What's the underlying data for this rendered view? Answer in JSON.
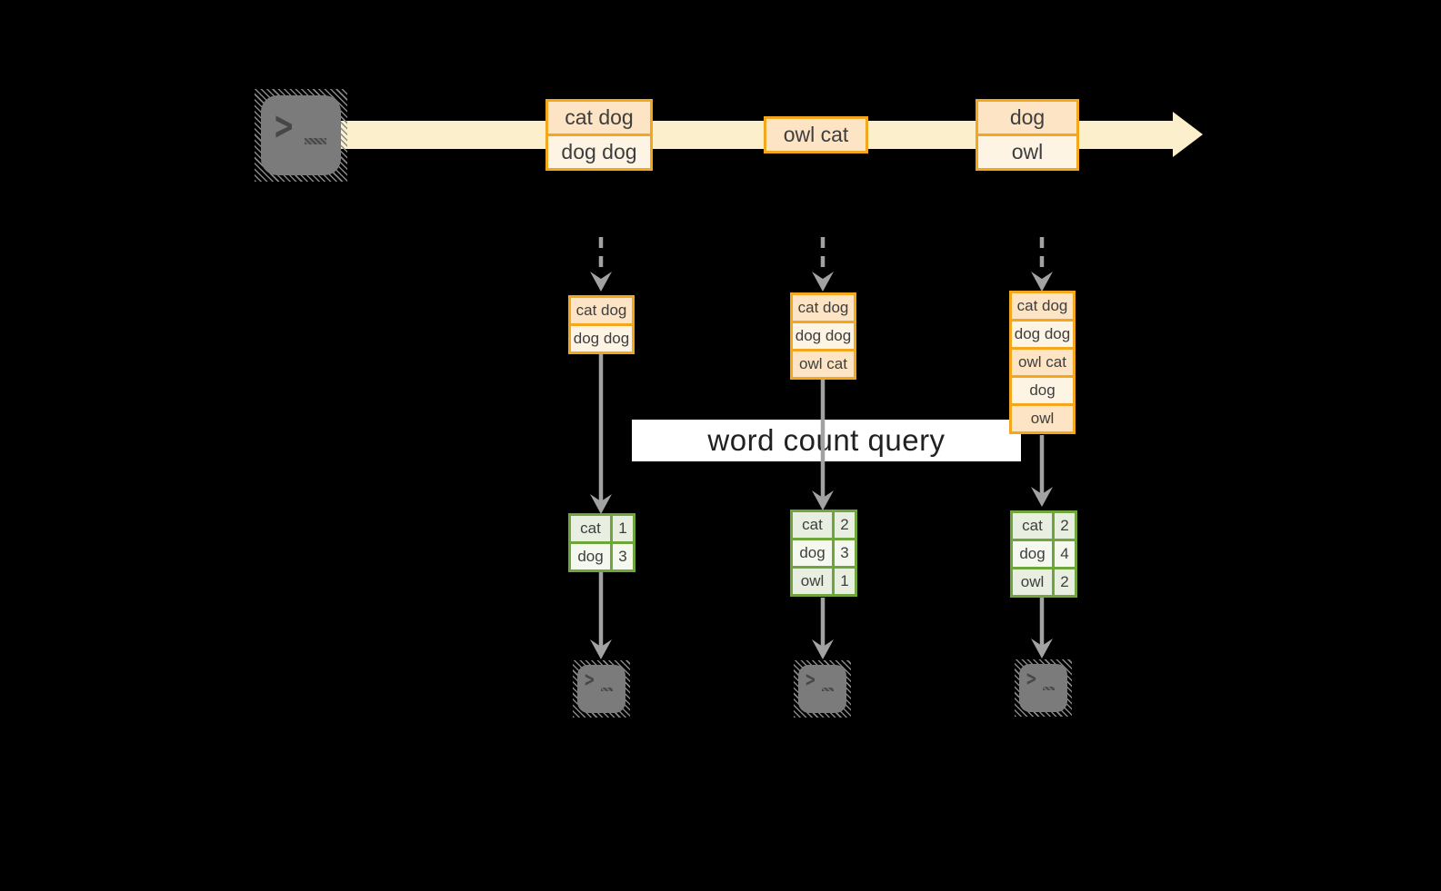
{
  "query_label": "word count query",
  "stream": {
    "batches": [
      {
        "rows": [
          "cat dog",
          "dog dog"
        ]
      },
      {
        "rows": [
          "owl cat"
        ]
      },
      {
        "rows": [
          "dog",
          "owl"
        ]
      }
    ]
  },
  "columns": [
    {
      "stack": [
        "cat dog",
        "dog dog"
      ],
      "counts": [
        {
          "word": "cat",
          "count": "1"
        },
        {
          "word": "dog",
          "count": "3"
        }
      ]
    },
    {
      "stack": [
        "cat dog",
        "dog dog",
        "owl cat"
      ],
      "counts": [
        {
          "word": "cat",
          "count": "2"
        },
        {
          "word": "dog",
          "count": "3"
        },
        {
          "word": "owl",
          "count": "1"
        }
      ]
    },
    {
      "stack": [
        "cat dog",
        "dog dog",
        "owl cat",
        "dog",
        "owl"
      ],
      "counts": [
        {
          "word": "cat",
          "count": "2"
        },
        {
          "word": "dog",
          "count": "4"
        },
        {
          "word": "owl",
          "count": "2"
        }
      ]
    }
  ],
  "icons": {
    "terminal_prompt_chevron": ">"
  },
  "colors": {
    "background": "#000000",
    "stream_band": "#fcf0cc",
    "box_border": "#f4a71c",
    "box_fill_peach": "#fce4c4",
    "box_fill_cream": "#fdf4e4",
    "table_border": "#6fa63c",
    "table_fill_sage": "#e9efe0",
    "table_fill_light": "#f4f8ef",
    "arrow_gray": "#a2a2a2",
    "terminal_gray": "#7b7b7b",
    "query_strip_bg": "#ffffff",
    "text": "#3e3e3e"
  }
}
